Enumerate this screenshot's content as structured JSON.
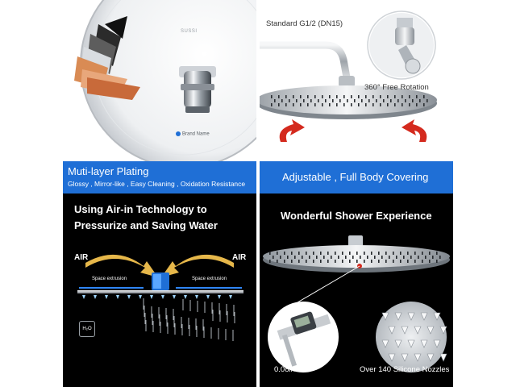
{
  "top_left": {
    "brand_mark": "SUSSI",
    "logo_text": "Brand Name"
  },
  "top_right": {
    "standard_label": "Standard G1/2 (DN15)",
    "rotation_label": "360° Free Rotation"
  },
  "band_left": {
    "title": "Muti-layer Plating",
    "features": "Glossy , Mirror-like , Easy Cleaning , Oxidation Resistance"
  },
  "band_right": {
    "title": "Adjustable ,  Full Body Covering"
  },
  "bottom_left": {
    "headline_1": "Using Air-in Technology to",
    "headline_2": "Pressurize and Saving Water",
    "air_left": "AIR",
    "air_right": "AIR",
    "extrusion_left": "Space extrusion",
    "extrusion_right": "Space extrusion",
    "water_icon": "H₂O"
  },
  "bottom_right": {
    "headline": "Wonderful Shower Experience",
    "thickness_label": "0.08inch",
    "nozzles_label": "Over 140 Silicone Nozzles"
  },
  "colors": {
    "band_blue": "#1f6fd6",
    "arrow_red": "#d42a1e",
    "air_yellow": "#f2c14e"
  },
  "icons": [
    "plating-layers-icon",
    "water-drop-icon",
    "rotation-arrow-icon",
    "caliper-icon"
  ]
}
